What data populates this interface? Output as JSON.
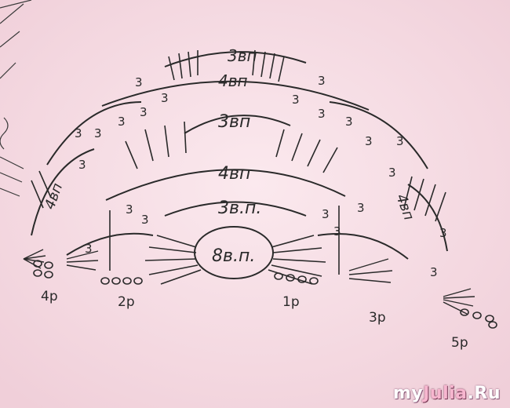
{
  "diagram": {
    "center_label": "8в.п.",
    "arc_labels": [
      "3в.п.",
      "4вп",
      "3вп",
      "4вп",
      "3вп",
      "4вп",
      "4вп"
    ],
    "stitch_counts": [
      "3",
      "3",
      "3",
      "3",
      "3",
      "3",
      "3",
      "3",
      "3",
      "3",
      "3",
      "3",
      "3",
      "3",
      "3",
      "3",
      "3",
      "3",
      "3",
      "3",
      "3",
      "3"
    ],
    "row_labels": [
      "4р",
      "2р",
      "1р",
      "3р",
      "5р"
    ]
  },
  "watermark": {
    "part1": "my",
    "part2": "Julia",
    "part3": ".Ru"
  },
  "colors": {
    "paper": "#f6dce4",
    "ink": "#2a2a2a"
  }
}
